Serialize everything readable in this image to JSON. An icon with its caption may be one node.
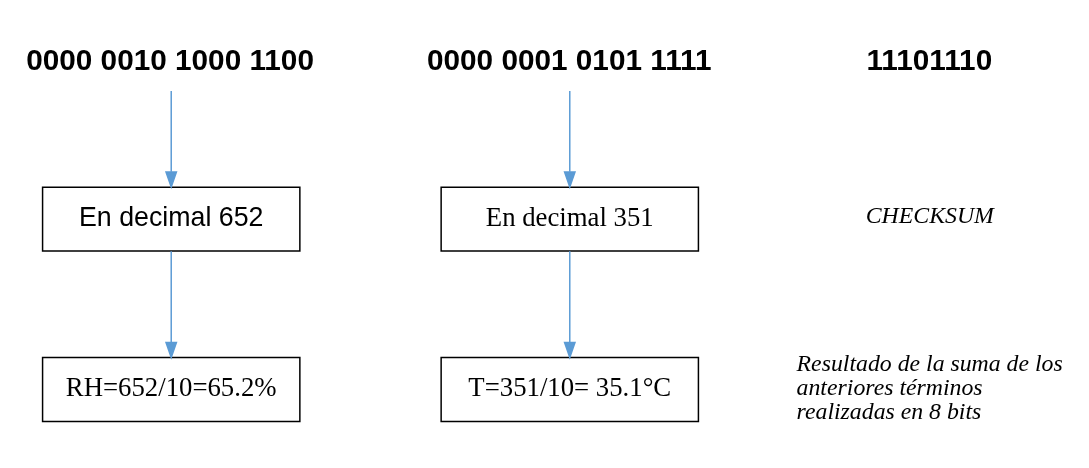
{
  "diagram": {
    "nodes": [
      {
        "text": [
          "0000 0010 1000 1100"
        ]
      },
      {
        "text": [
          "0000 0001 0101 1111"
        ]
      },
      {
        "text": [
          "En decimal 652"
        ]
      },
      {
        "text": [
          "En decimal 351"
        ]
      },
      {
        "text": [
          "RH=652/10=65.2%"
        ]
      },
      {
        "text": [
          "T=351/10= 35.1°C"
        ]
      }
    ],
    "edges": [
      {
        "from": 0,
        "to": 2,
        "arrow": "to"
      },
      {
        "from": 1,
        "to": 3,
        "arrow": "to"
      },
      {
        "from": 2,
        "to": 4,
        "arrow": "to"
      },
      {
        "from": 3,
        "to": 5,
        "arrow": "to"
      }
    ],
    "labels": [
      "11101110",
      "CHECKSUM",
      "Resultado de la suma de los anteriores términos realizadas en 8 bits"
    ]
  }
}
